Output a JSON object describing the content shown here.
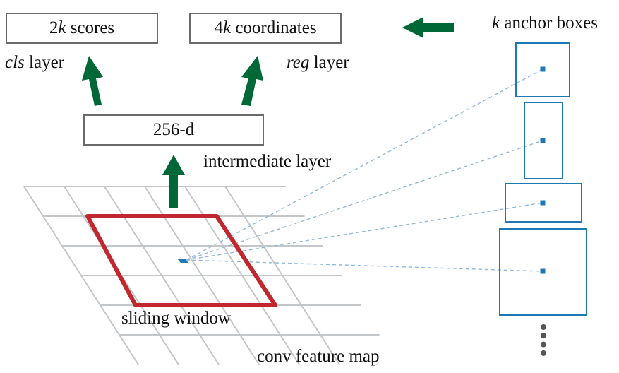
{
  "title": "Region Proposal Network (sliding window over conv feature map)",
  "colors": {
    "arrow": "#006837",
    "window": "#c1272d",
    "anchor": "#1f77b4",
    "grid": "#c4c7ca",
    "dash": "#8fb8de",
    "box_border": "#6b6b6b",
    "dots": "#555555"
  },
  "outputs": {
    "cls": {
      "box_prefix": "2",
      "box_var": "k",
      "box_suffix": " scores",
      "layer_name": "cls",
      "layer_suffix": " layer"
    },
    "reg": {
      "box_prefix": "4",
      "box_var": "k",
      "box_suffix": " coordinates",
      "layer_name": "reg",
      "layer_suffix": " layer"
    }
  },
  "intermediate": {
    "box_text": "256-d",
    "label": "intermediate layer"
  },
  "anchors": {
    "label_var": "k",
    "label_suffix": " anchor boxes",
    "count_shown": 4,
    "ellipsis_dots": 4
  },
  "feature_map": {
    "label": "conv feature map",
    "window_label": "sliding window",
    "rows": 6,
    "cols": 6
  }
}
